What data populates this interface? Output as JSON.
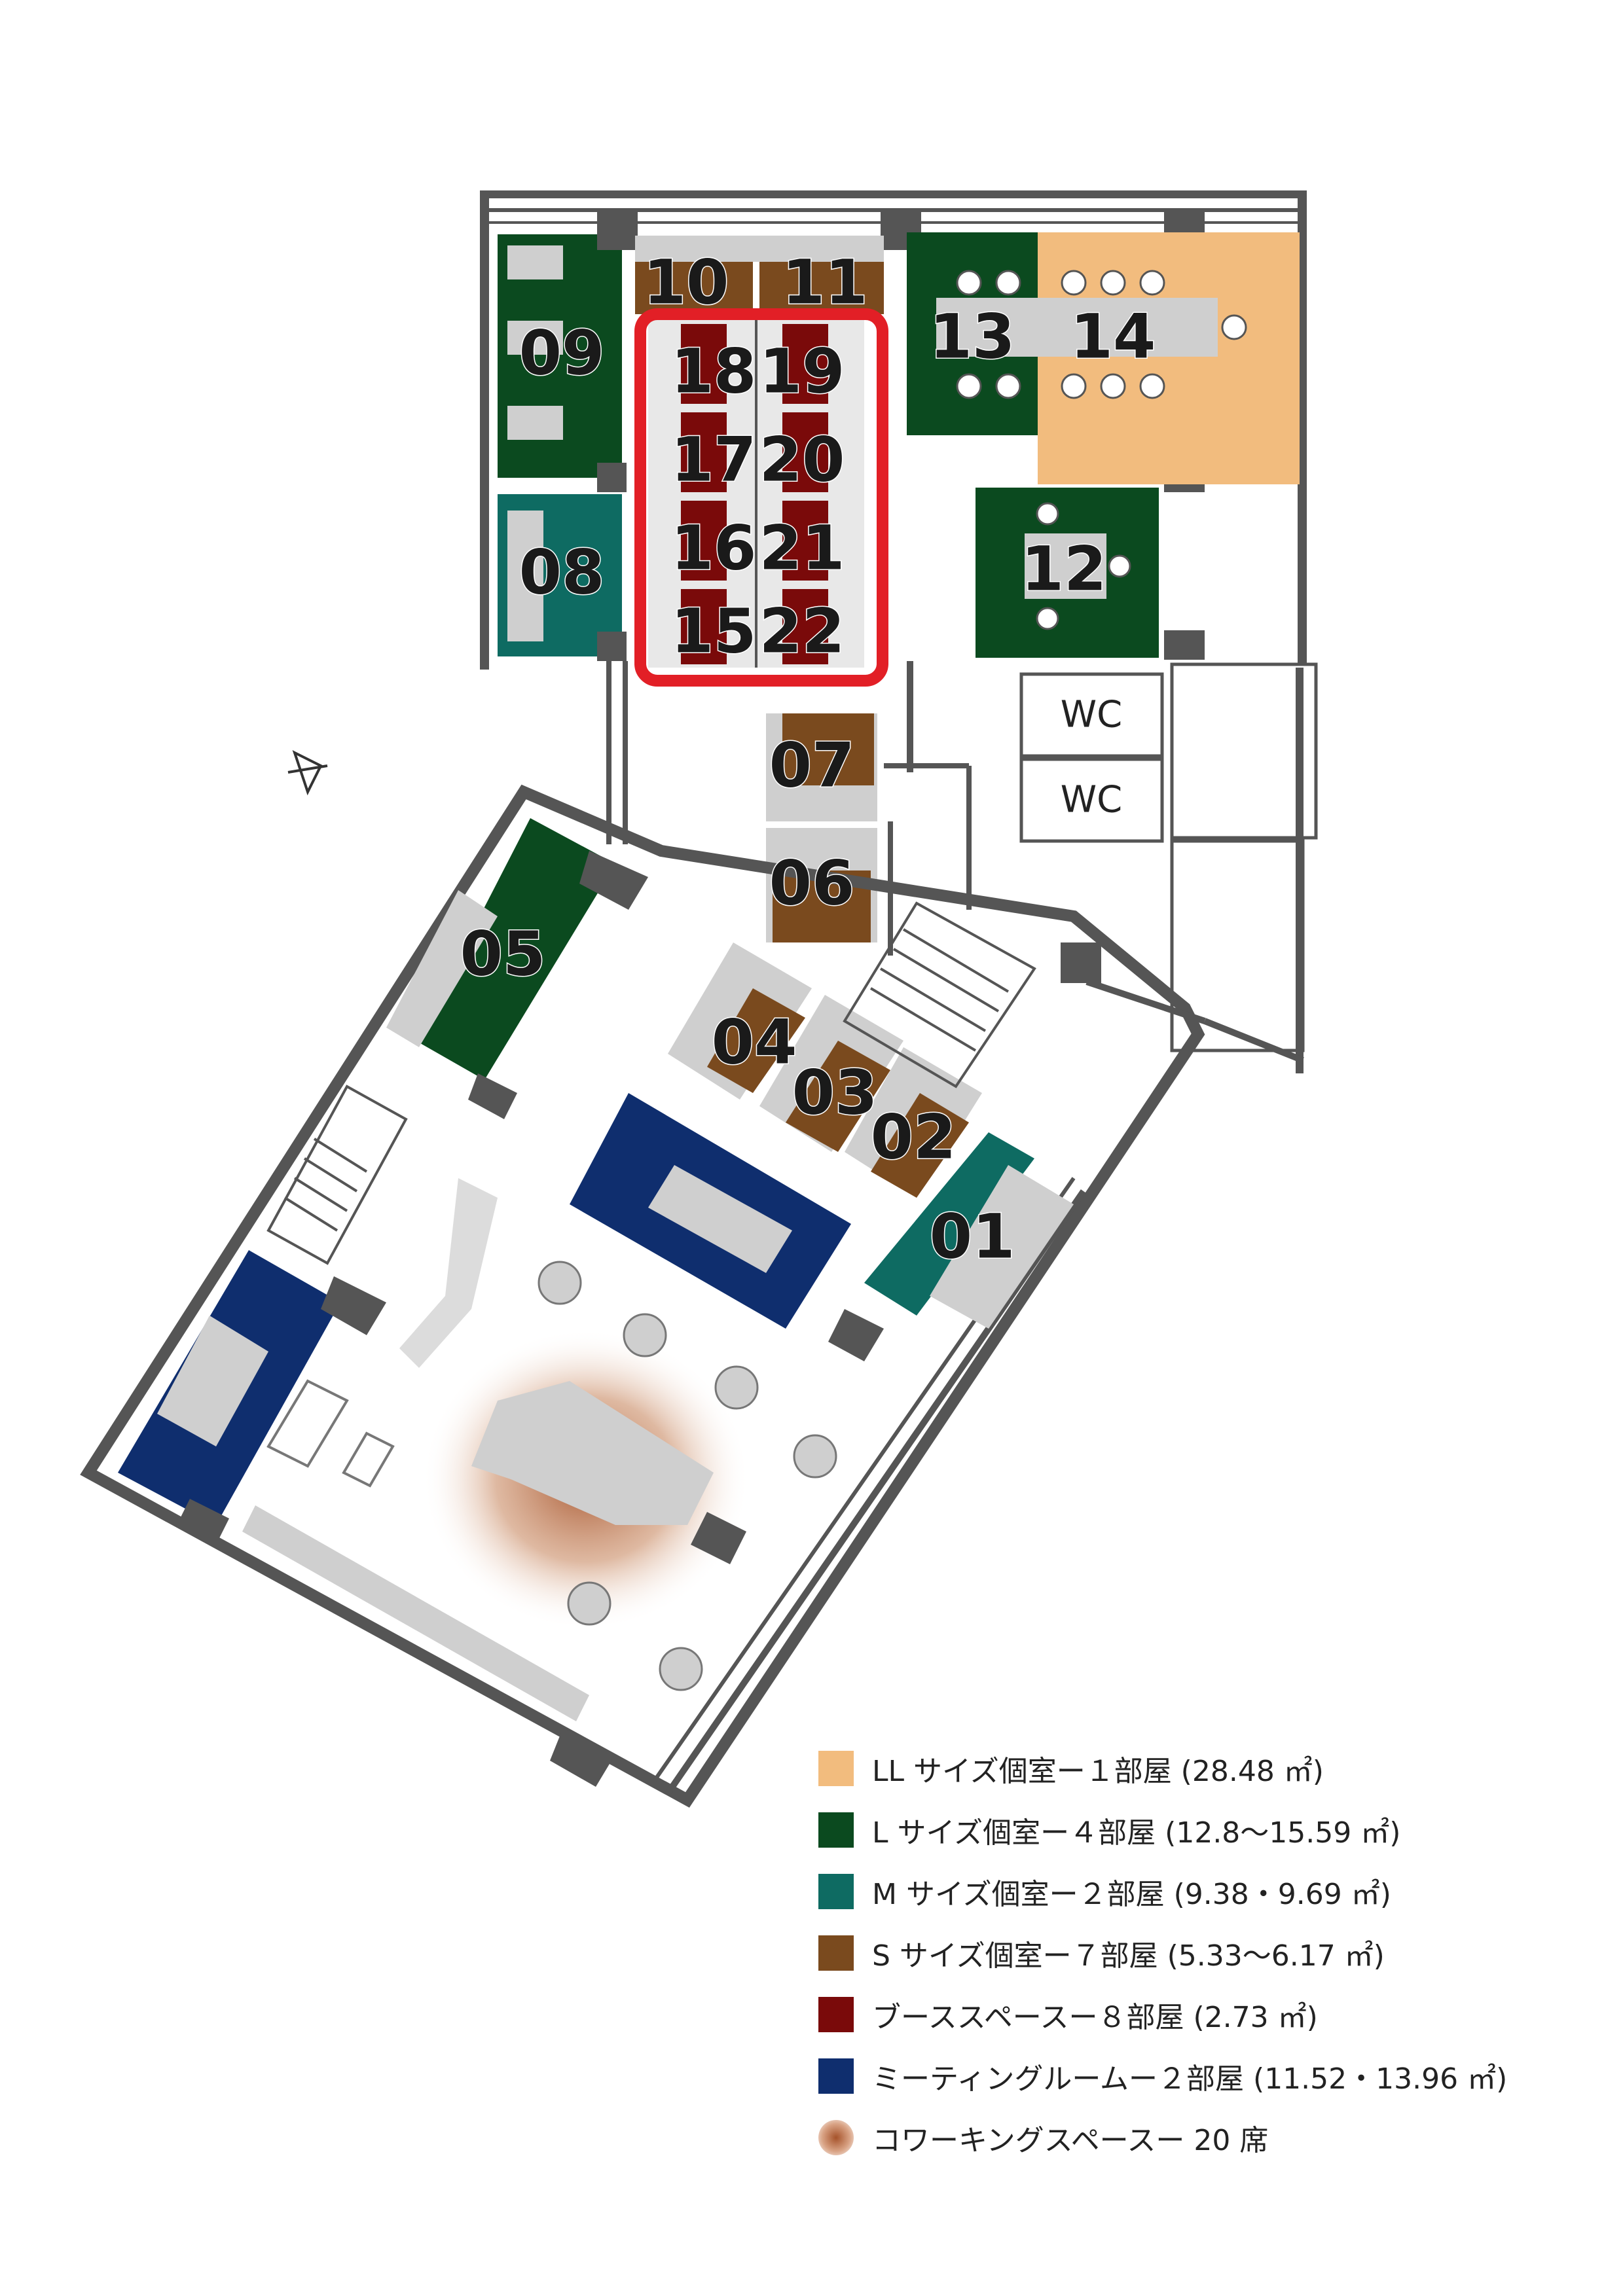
{
  "map": {
    "room_labels": [
      "01",
      "02",
      "03",
      "04",
      "05",
      "06",
      "07",
      "08",
      "09",
      "10",
      "11",
      "12",
      "13",
      "14",
      "15",
      "16",
      "17",
      "18",
      "19",
      "20",
      "21",
      "22"
    ],
    "wc_label": "WC",
    "north_marker_icon": "north-arrow-icon"
  },
  "colors": {
    "ll": "#F2BC7E",
    "l": "#0B4A1F",
    "m": "#0E6B62",
    "s": "#7A4A1E",
    "booth": "#7A0A0A",
    "meeting": "#0F2E6E",
    "coworking": "#A5522A",
    "wall": "#555555",
    "furniture": "#CFCFCF",
    "highlight": "#E21F26"
  },
  "legend": [
    {
      "label": "LL サイズ個室ー１部屋 (28.48 ㎡)",
      "color": "#F2BC7E"
    },
    {
      "label": "L サイズ個室ー４部屋 (12.8〜15.59 ㎡)",
      "color": "#0B4A1F"
    },
    {
      "label": "M サイズ個室ー２部屋 (9.38・9.69 ㎡)",
      "color": "#0E6B62"
    },
    {
      "label": "S サイズ個室ー７部屋 (5.33〜6.17 ㎡)",
      "color": "#7A4A1E"
    },
    {
      "label": "ブーススペースー８部屋 (2.73 ㎡)",
      "color": "#7A0A0A"
    },
    {
      "label": "ミーティングルームー２部屋 (11.52・13.96 ㎡)",
      "color": "#0F2E6E"
    },
    {
      "label": "コワーキングスペースー 20 席",
      "color": "#A5522A",
      "icon": "radial-dot-icon"
    }
  ]
}
